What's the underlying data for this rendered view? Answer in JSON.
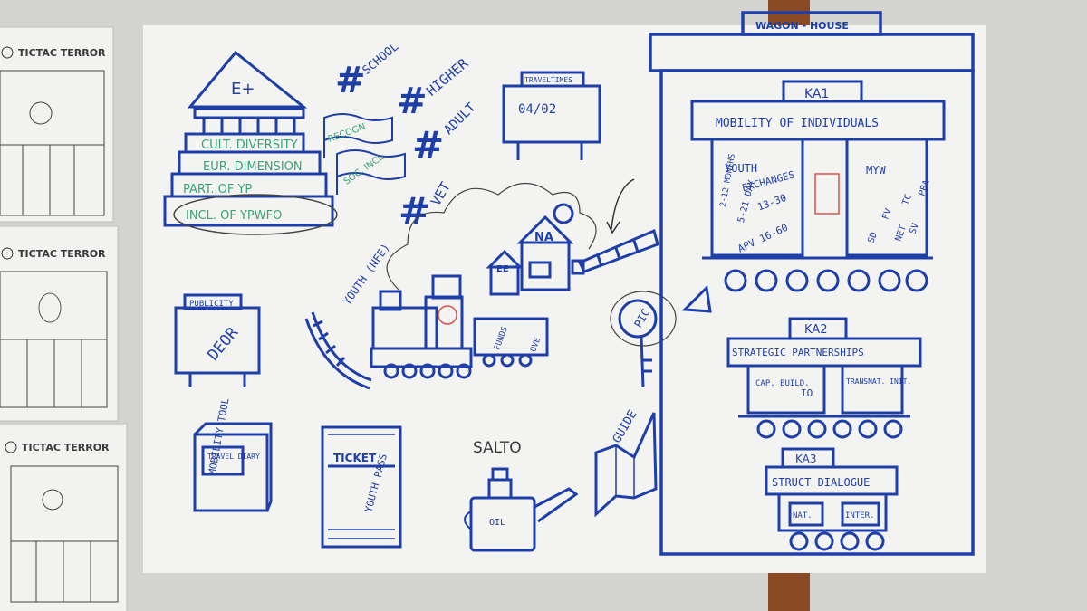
{
  "colors": {
    "marker_blue": "#1f3fa8",
    "marker_green": "#3aa27a",
    "marker_dark": "#3a3a3a",
    "paper": "#f3f3f1",
    "wall": "#d3d4d0",
    "wood": "#8a4a25"
  },
  "side_sheets": {
    "title": "TICTAC TERROR"
  },
  "temple": {
    "roof_label": "E+",
    "steps": [
      "CULT. DIVERSITY",
      "EUR. DIMENSION",
      "PART. OF YP",
      "INCL. OF YPWFO"
    ]
  },
  "flags": [
    "RECOGN",
    "SOC. INCL"
  ],
  "hashtags": [
    "SCHOOL",
    "HIGHER",
    "ADULT",
    "VET"
  ],
  "travel_board": {
    "header": "TRAVELTIMES",
    "value": "04/02"
  },
  "publicity": {
    "header": "PUBLICITY",
    "value": "DEOR"
  },
  "train": {
    "smoke_label": "YOUTH (NFE)",
    "station_na": "NA",
    "station_ee": "EE",
    "wagon_labels": [
      "FUNDS",
      "OVE"
    ]
  },
  "key_label": "PIC",
  "mobility_tool": {
    "label": "MOBILITY TOOL",
    "book": "TRAVEL DIARY"
  },
  "ticket": {
    "header": "TICKET",
    "body": "YOUTH PASS"
  },
  "salto": {
    "label": "SALTO",
    "can": "OIL"
  },
  "guide_label": "GUIDE",
  "wagon_house": {
    "title": "WAGON - HOUSE",
    "ka1": {
      "label": "KA1",
      "banner": "MOBILITY OF INDIVIDUALS",
      "left_panel": [
        "YOUTH",
        "EXCHANGES",
        "5-21 DAY",
        "13-30",
        "APV 16-60",
        "2-12 MONTHS"
      ],
      "right_panel": [
        "MYW",
        "PBA",
        "TC",
        "SV",
        "FV",
        "NET",
        "SD"
      ]
    },
    "ka2": {
      "label": "KA2",
      "banner": "STRATEGIC PARTNERSHIPS",
      "boxes": [
        "CAP. BUILD.",
        "IO",
        "TRANSNAT. INIT."
      ]
    },
    "ka3": {
      "label": "KA3",
      "banner": "STRUCT DIALOGUE",
      "boxes": [
        "NAT.",
        "INTER."
      ]
    }
  }
}
